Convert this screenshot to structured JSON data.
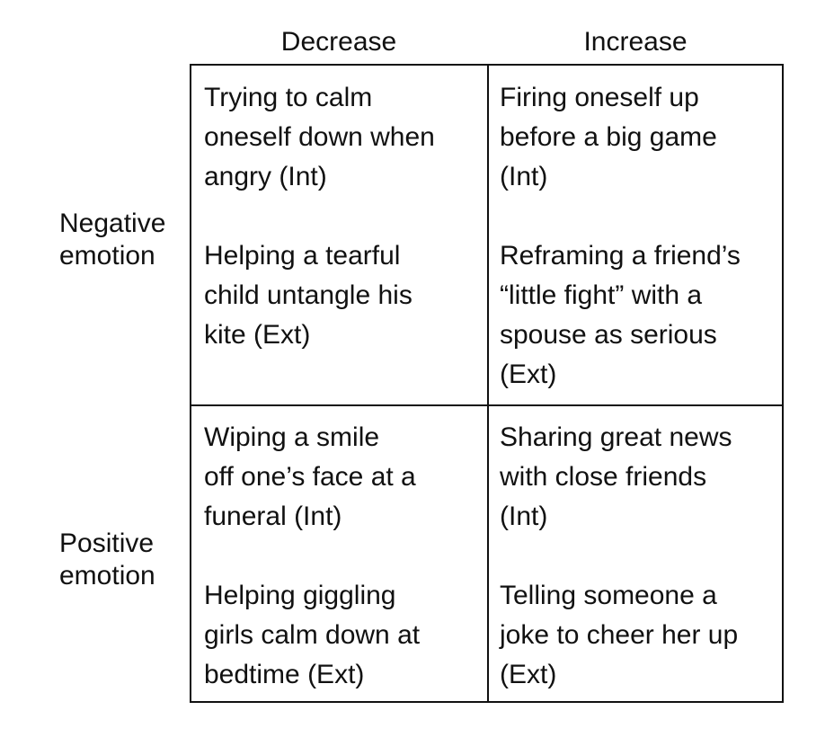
{
  "columns": {
    "decrease": "Decrease",
    "increase": "Increase"
  },
  "rows": {
    "negative": [
      "Negative",
      "emotion"
    ],
    "positive": [
      "Positive",
      "emotion"
    ]
  },
  "cells": {
    "negative_decrease": {
      "internal": [
        "Trying to calm",
        "oneself down when",
        "angry (Int)"
      ],
      "external": [
        "Helping a tearful",
        "child untangle his",
        "kite (Ext)"
      ]
    },
    "negative_increase": {
      "internal": [
        "Firing oneself up",
        "before a big game",
        "(Int)"
      ],
      "external": [
        "Reframing a friend’s",
        "“little fight” with a",
        "spouse as serious",
        "(Ext)"
      ]
    },
    "positive_decrease": {
      "internal": [
        "Wiping a smile",
        "off one’s face at a",
        "funeral (Int)"
      ],
      "external": [
        "Helping giggling",
        "girls calm down at",
        "bedtime (Ext)"
      ]
    },
    "positive_increase": {
      "internal": [
        "Sharing great news",
        "with close friends",
        "(Int)"
      ],
      "external": [
        "Telling someone a",
        "joke to cheer her up",
        "(Ext)"
      ]
    }
  }
}
